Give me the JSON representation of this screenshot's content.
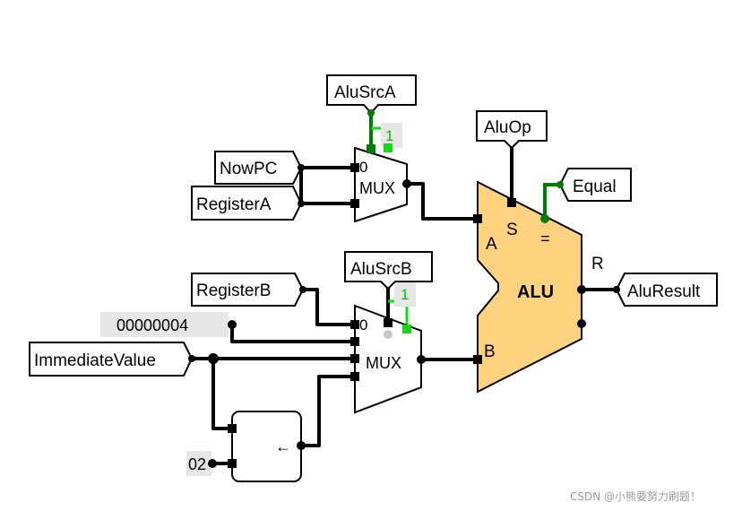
{
  "inputs": {
    "alu_src_a": "AluSrcA",
    "alu_op": "AluOp",
    "now_pc": "NowPC",
    "register_a": "RegisterA",
    "register_b": "RegisterB",
    "alu_src_b": "AluSrcB",
    "immediate_value": "ImmediateValue"
  },
  "outputs": {
    "equal": "Equal",
    "alu_result": "AluResult"
  },
  "mux_a": {
    "label": "MUX",
    "input0": "0",
    "select_value": "1"
  },
  "mux_b": {
    "label": "MUX",
    "input0": "0",
    "select_value": "1"
  },
  "alu": {
    "title": "ALU",
    "port_a": "A",
    "port_b": "B",
    "port_s": "S",
    "port_eq": "=",
    "port_r": "R",
    "fill_color": "#ffd27f"
  },
  "constants": {
    "four": "00000004",
    "shift_amount": "02"
  },
  "shifter": {
    "symbol": "←"
  },
  "watermark": "CSDN @小熊要努力刷题！"
}
